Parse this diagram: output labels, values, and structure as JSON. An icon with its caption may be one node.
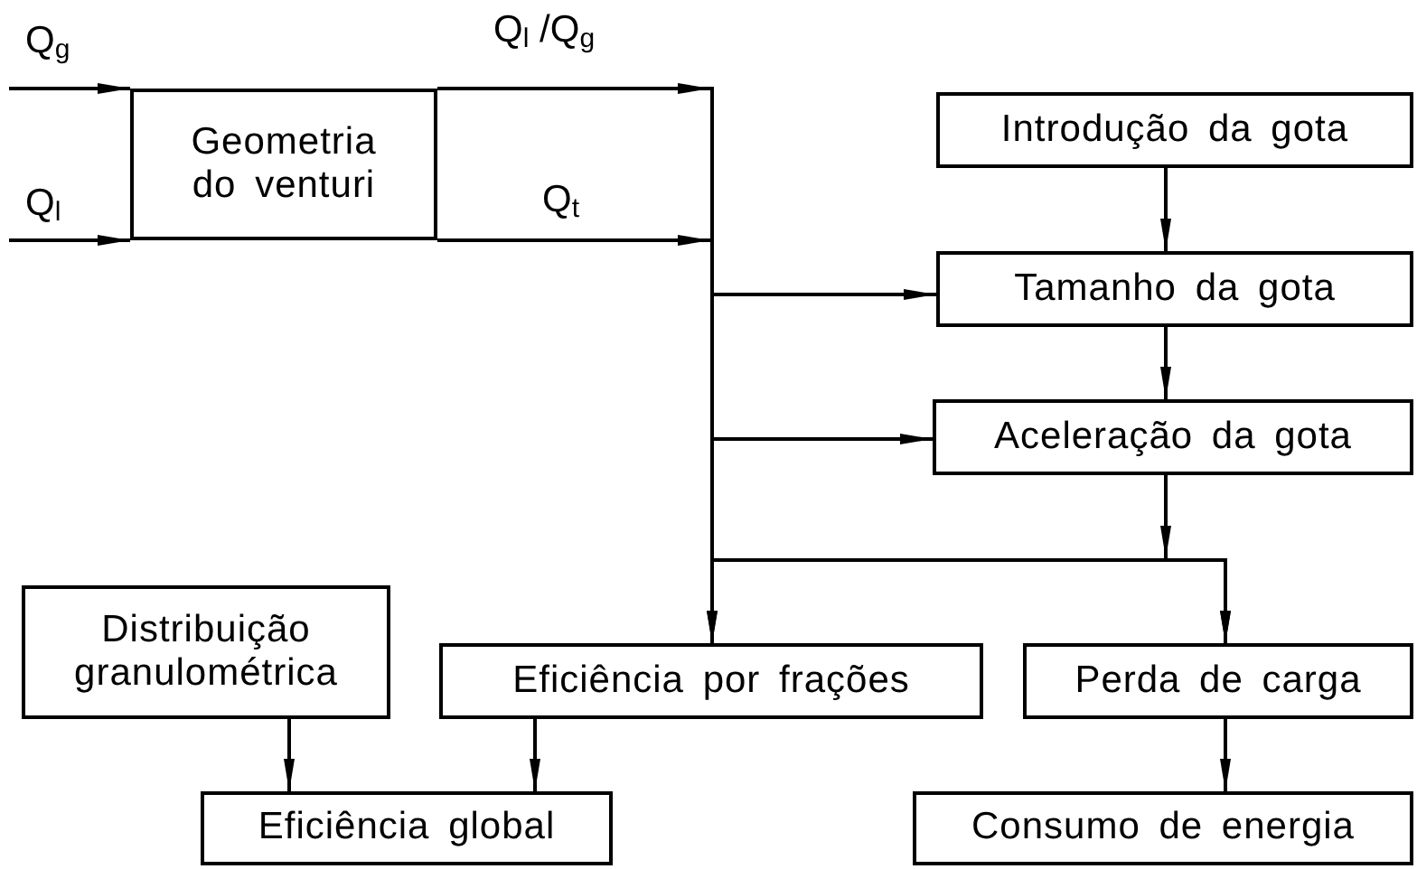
{
  "diagram": {
    "nodes": [
      {
        "text": [
          "Geometria do venturi"
        ]
      },
      {
        "text": [
          "Introdução da gota"
        ]
      },
      {
        "text": [
          "Tamanho da gota"
        ]
      },
      {
        "text": [
          "Aceleração da gota"
        ]
      },
      {
        "text": [
          "Distribuição granulométrica"
        ]
      },
      {
        "text": [
          "Eficiência por frações"
        ]
      },
      {
        "text": [
          "Perda de carga"
        ]
      },
      {
        "text": [
          "Eficiência global"
        ]
      },
      {
        "text": [
          "Consumo de energia"
        ]
      }
    ],
    "edges": [
      {
        "from": null,
        "to": 0,
        "arrow": "to",
        "label": "Q$_{g}$"
      },
      {
        "from": null,
        "to": 0,
        "arrow": "to",
        "label": "Q$_{l}$"
      },
      {
        "from": 0,
        "to": 2,
        "arrow": "to"
      },
      {
        "from": 0,
        "to": 3,
        "arrow": "to"
      },
      {
        "from": 0,
        "to": 5,
        "arrow": "to"
      },
      {
        "from": 0,
        "to": 6,
        "arrow": "to"
      },
      {
        "from": 1,
        "to": 2,
        "arrow": "to"
      },
      {
        "from": 2,
        "to": 3,
        "arrow": "to"
      },
      {
        "from": 3,
        "to": 5,
        "arrow": "to"
      },
      {
        "from": 3,
        "to": 6,
        "arrow": "to"
      },
      {
        "from": 4,
        "to": 7,
        "arrow": "to"
      },
      {
        "from": 5,
        "to": 7,
        "arrow": "to"
      },
      {
        "from": 6,
        "to": 8,
        "arrow": "to"
      }
    ],
    "labels": [
      "Q$_{l}$ /Q$_{g}$",
      "Q$_{t}$"
    ]
  }
}
